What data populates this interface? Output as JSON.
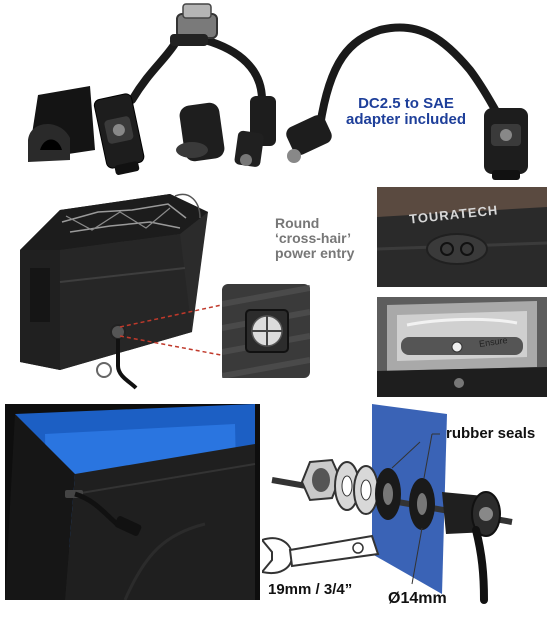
{
  "labels": {
    "adapter_line1": "DC2.5 to SAE",
    "adapter_line2": "adapter included",
    "entry_line1": "Round",
    "entry_line2": "‘cross-hair’",
    "entry_line3": "power entry",
    "seals": "rubber seals",
    "wrench_size": "19mm / 3/4”",
    "hole_size": "Ø14mm"
  },
  "photo_labels": {
    "brand_text": "TOURATECH",
    "tank_text": "Ensure"
  },
  "colors": {
    "accent_blue": "#1e3f9a",
    "lining_blue": "#1c5fc4",
    "panel_blue": "#3a63b6",
    "dashed_red": "#c0392b"
  }
}
